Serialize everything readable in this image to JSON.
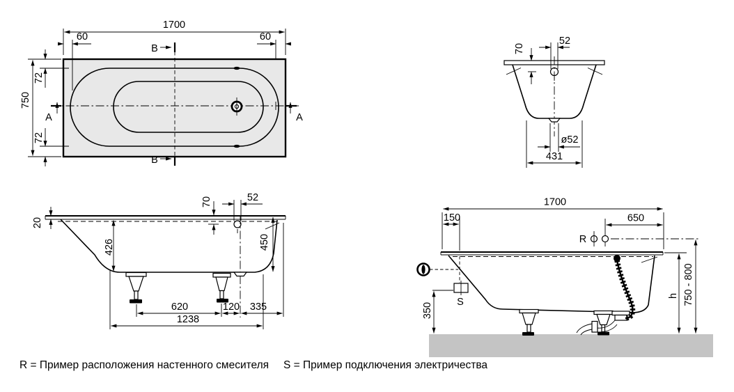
{
  "plan": {
    "length": "1700",
    "offset_left": "60",
    "offset_right": "60",
    "width": "750",
    "edge_top": "72",
    "edge_bottom": "72",
    "section_a": "A",
    "section_b": "B"
  },
  "section": {
    "overflow_drop": "70",
    "overflow_width": "52",
    "drain_diameter": "ø52",
    "bottom_width": "431"
  },
  "side": {
    "rim_height": "20",
    "inner_depth": "426",
    "overflow_drop": "70",
    "overflow_width": "52",
    "depth": "450",
    "feet_span": "620",
    "foot_to_drain": "120",
    "drain_to_end": "335",
    "base_length": "1238"
  },
  "install": {
    "length": "1700",
    "end_offset": "150",
    "tap_span": "650",
    "tap_label": "R",
    "socket_label": "S",
    "socket_height": "350",
    "height_symbol": "h",
    "height_range": "750 - 800"
  },
  "legend": {
    "r": "R = Пример расположения настенного смесителя",
    "s": "S = Пример подключения электричества"
  },
  "colors": {
    "line": "#000000",
    "tub_fill": "#e8e8e8",
    "ground": "#c4c4c4"
  }
}
